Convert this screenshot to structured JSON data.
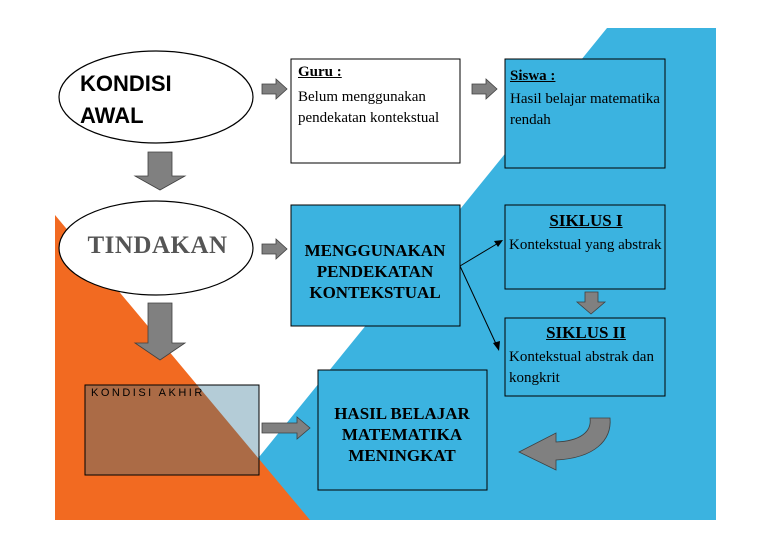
{
  "colors": {
    "blue": "#3BB3E0",
    "orange": "#F26A21",
    "gray_arrow": "#808080",
    "black": "#000000",
    "white": "#FFFFFF"
  },
  "kondisi_awal": {
    "label_line1": "KONDISI",
    "label_line2": "AWAL"
  },
  "guru": {
    "title": "Guru :",
    "text": "Belum menggunakan pendekatan kontekstual"
  },
  "siswa": {
    "title": "Siswa :",
    "text": "Hasil belajar matematika rendah"
  },
  "tindakan": {
    "label": "TINDAKAN"
  },
  "pendekatan": {
    "text": "MENGGUNAKAN PENDEKATAN KONTEKSTUAL"
  },
  "siklus1": {
    "title": "SIKLUS I",
    "text": "Kontekstual yang abstrak"
  },
  "siklus2": {
    "title": "SIKLUS II",
    "text": "Kontekstual abstrak dan kongkrit"
  },
  "kondisi_akhir": {
    "label": "KONDISI AKHIR"
  },
  "hasil": {
    "text": "HASIL BELAJAR MATEMATIKA MENINGKAT"
  },
  "icons": [
    "block-arrow-right-icon",
    "block-arrow-down-icon",
    "curved-arrow-left-icon",
    "line-arrow-icon"
  ]
}
